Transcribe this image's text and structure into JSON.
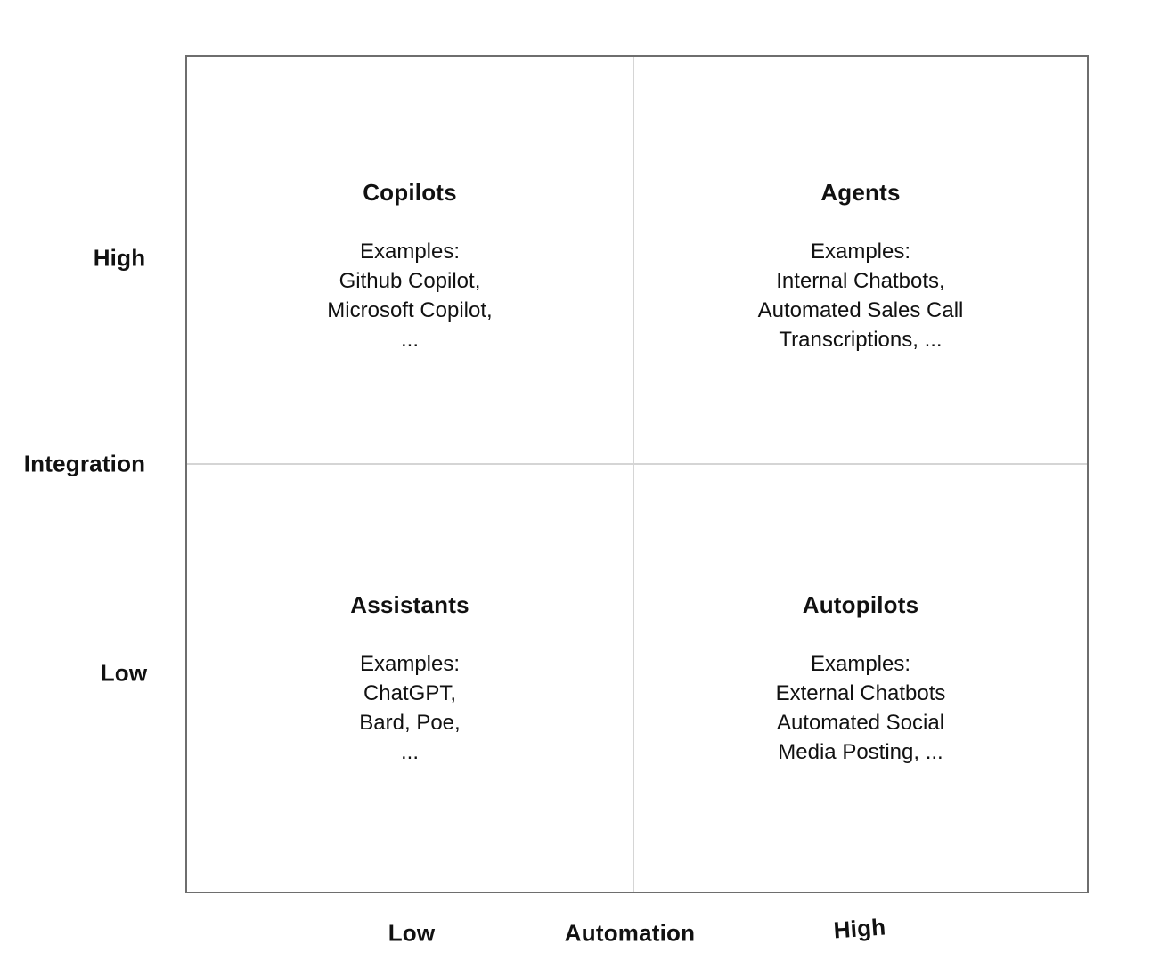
{
  "diagram": {
    "quadrants": [
      {
        "key": "copilots",
        "title": "Copilots",
        "lines": [
          "Examples:",
          "Github Copilot,",
          "Microsoft Copilot,",
          "..."
        ]
      },
      {
        "key": "agents",
        "title": "Agents",
        "lines": [
          "Examples:",
          "Internal Chatbots,",
          "Automated Sales Call",
          "Transcriptions, ..."
        ]
      },
      {
        "key": "assistants",
        "title": "Assistants",
        "lines": [
          "Examples:",
          "ChatGPT,",
          "Bard, Poe,",
          "..."
        ]
      },
      {
        "key": "autopilots",
        "title": "Autopilots",
        "lines": [
          "Examples:",
          "External Chatbots",
          "Automated Social",
          "Media Posting, ..."
        ]
      }
    ],
    "y_axis": {
      "label": "Integration",
      "high": "High",
      "low": "Low"
    },
    "x_axis": {
      "label": "Automation",
      "low": "Low",
      "high": "High"
    },
    "colors": {
      "background": "#ffffff",
      "text": "#111111",
      "outer_border": "#6e6e6e",
      "grid_line": "#d5d5d5"
    }
  }
}
